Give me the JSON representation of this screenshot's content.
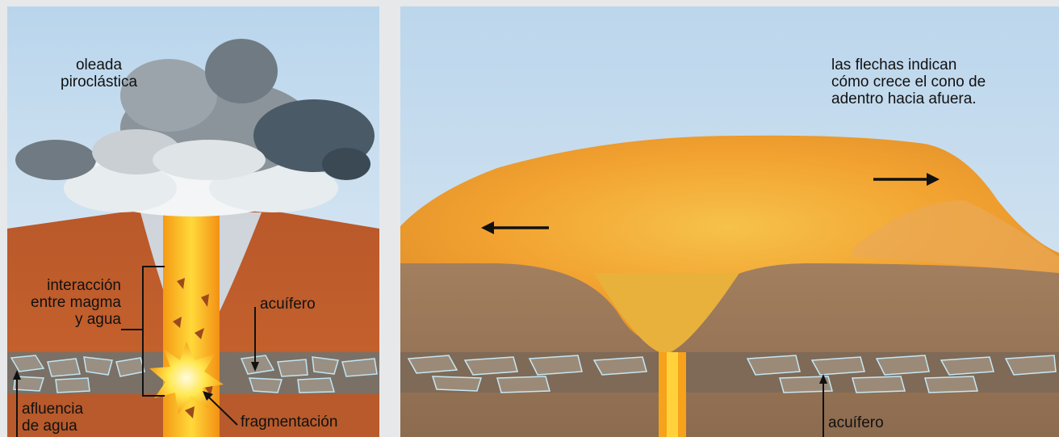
{
  "left_panel": {
    "labels": {
      "surge": [
        "oleada",
        "piroclástica"
      ],
      "interaction": [
        "interacción",
        "entre magma",
        "y agua"
      ],
      "aquifer": "acuífero",
      "inflow": [
        "afluencia",
        "de agua"
      ],
      "fragmentation": "fragmentación"
    }
  },
  "right_panel": {
    "labels": {
      "note": [
        "las flechas indican",
        "cómo crece el cono de",
        "adentro hacia afuera."
      ],
      "aquifer": "acuífero"
    }
  }
}
